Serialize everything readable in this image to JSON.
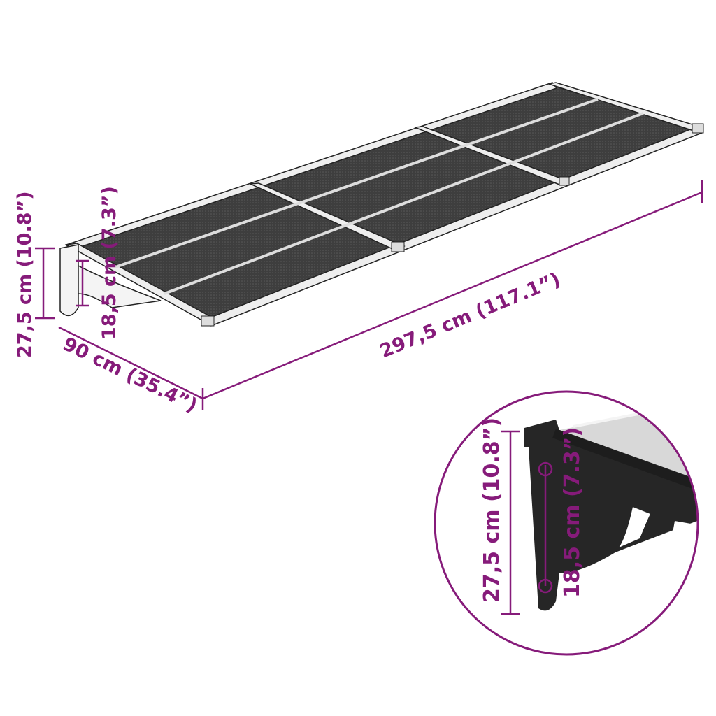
{
  "colors": {
    "dimension": "#861b7a",
    "frame": "#2a2a2a",
    "panel": "#4a4a4a",
    "bracket": "#262626"
  },
  "dimensions": {
    "length": "297,5 cm (117.1”)",
    "depth": "90 cm (35.4”)",
    "bracket_height": "27,5 cm (10.8”)",
    "hole_spacing": "18,5 cm (7.3”)"
  },
  "inset": {
    "bracket_height": "27,5 cm (10.8”)",
    "hole_spacing": "18,5 cm (7.3”)"
  }
}
